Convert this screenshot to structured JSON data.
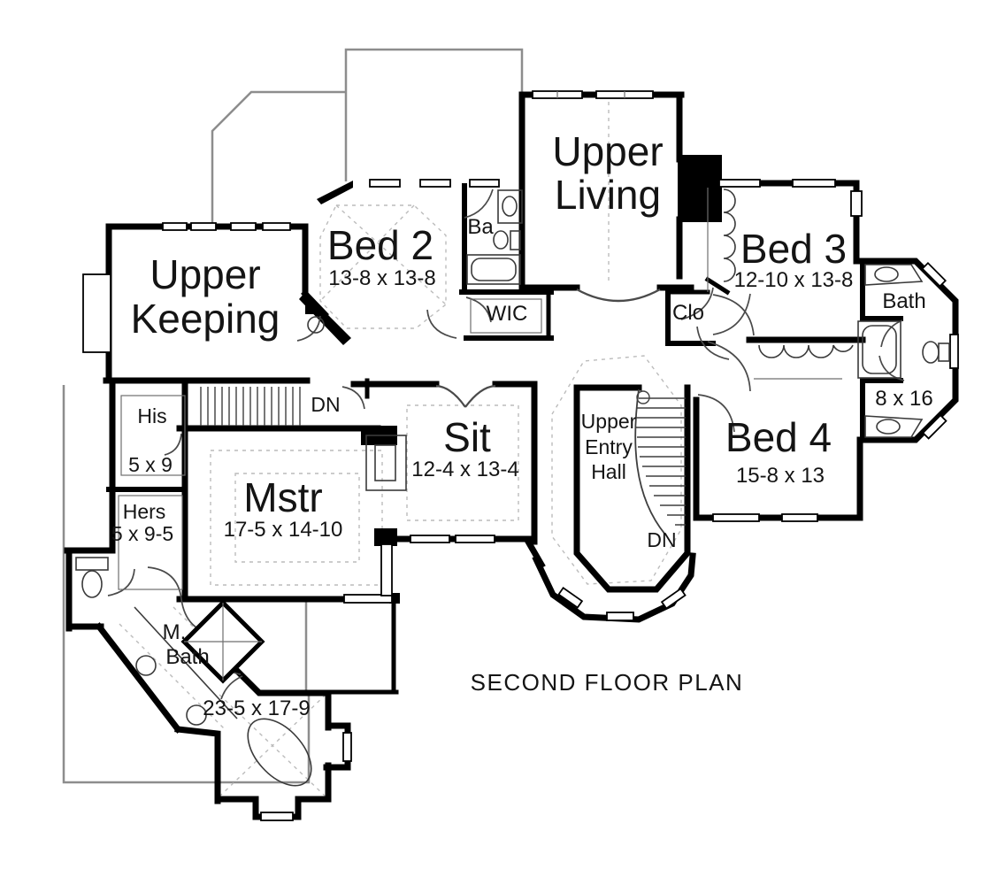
{
  "title": "SECOND FLOOR PLAN",
  "rooms": {
    "upper_keeping": {
      "line1": "Upper",
      "line2": "Keeping"
    },
    "bed2": {
      "name": "Bed 2",
      "dims": "13-8 x 13-8"
    },
    "ba": {
      "name": "Ba"
    },
    "upper_living": {
      "line1": "Upper",
      "line2": "Living"
    },
    "wic": {
      "name": "WIC"
    },
    "clo": {
      "name": "Clo"
    },
    "bed3": {
      "name": "Bed 3",
      "dims": "12-10 x 13-8"
    },
    "bath": {
      "name": "Bath",
      "dims": "8 x 16"
    },
    "bed4": {
      "name": "Bed 4",
      "dims": "15-8 x 13"
    },
    "entry_hall": {
      "line1": "Upper",
      "line2": "Entry",
      "line3": "Hall"
    },
    "sit": {
      "name": "Sit",
      "dims": "12-4 x 13-4"
    },
    "mstr": {
      "name": "Mstr",
      "dims": "17-5 x 14-10"
    },
    "his": {
      "name": "His",
      "dims": "5 x 9"
    },
    "hers": {
      "name": "Hers",
      "dims": "5 x 9-5"
    },
    "m_bath": {
      "line1": "M.",
      "line2": "Bath",
      "dims": "23-5 x 17-9"
    }
  },
  "annotations": {
    "dn_left": "DN",
    "dn_right": "DN"
  },
  "colors": {
    "wall": "#000000",
    "roof_line": "#8d8d8d",
    "dash": "#bcbcbc",
    "background": "#ffffff",
    "text": "#141414"
  }
}
